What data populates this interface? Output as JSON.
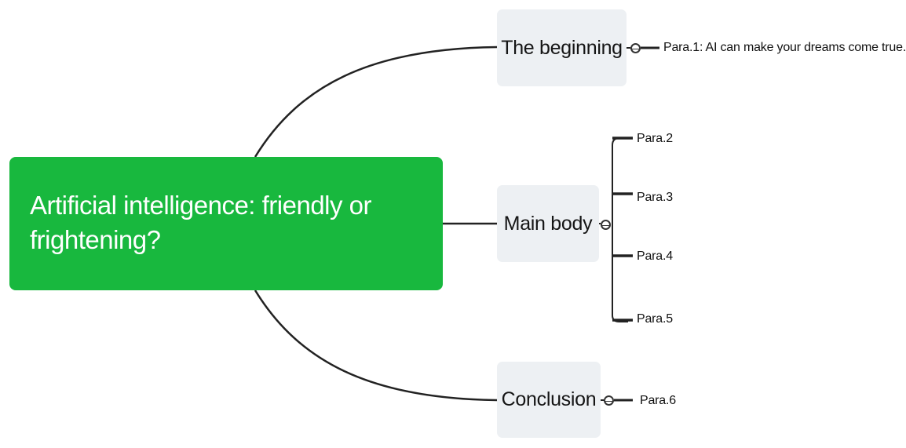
{
  "mindmap": {
    "root": {
      "title": "Artificial intelligence:  friendly or frightening?",
      "color": "#18b83e"
    },
    "branches": [
      {
        "label": "The  beginning",
        "children": [
          "Para.1:  AI can make your dreams come true."
        ]
      },
      {
        "label": "Main body",
        "children": [
          "Para.2",
          "Para.3",
          "Para.4",
          "Para.5"
        ]
      },
      {
        "label": "Conclusion",
        "children": [
          "Para.6"
        ]
      }
    ],
    "node_background": "#edf0f3",
    "connector_color": "#222222",
    "toggle_icon": "collapse-circle-icon"
  }
}
